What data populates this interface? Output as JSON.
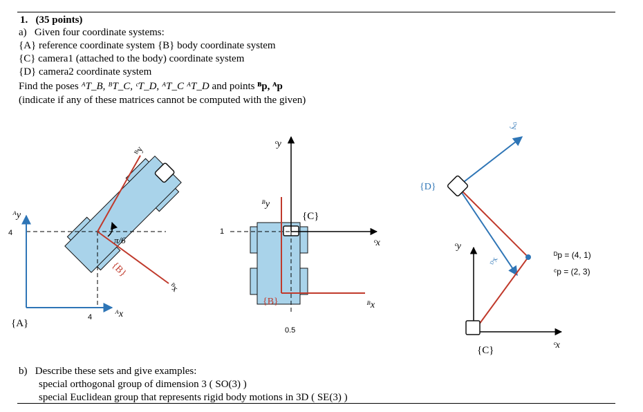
{
  "problem": {
    "number": "1.",
    "points": "(35 points)",
    "part_a_label": "a)",
    "part_a_text": "Given four coordinate systems:",
    "lines": [
      "{A} reference coordinate system {B} body coordinate system",
      "{C} camera1 (attached to the body) coordinate system",
      "{D} camera2 coordinate system"
    ],
    "find_prefix": "Find the poses",
    "poses": "ᴬT_B, ᴮT_C, ᶜT_D, ᴬT_C ᴬT_D",
    "find_and_points": "and points",
    "points_bold": "ᴮp, ᴬp",
    "note": "(indicate if any of these matrices cannot be computed with the given)",
    "part_b_label": "b)",
    "part_b_text": "Describe these sets and give examples:",
    "b_line1": "special orthogonal group of dimension 3  ( SO(3) )",
    "b_line2": "special Euclidean group that represents rigid body motions in 3D ( SE(3) )"
  },
  "figure1": {
    "frame_a_label": "{A}",
    "ax_label": "ᴬx",
    "ay_label": "ᴬy",
    "tick_x": "4",
    "tick_y": "4",
    "angle_label": "π/6",
    "frame_b_label": "{B}",
    "bx_label": "ᴮx",
    "by_label": "ᴮy"
  },
  "figure2": {
    "cy_label": "ᶜy",
    "cx_label": "ᶜx",
    "frame_c_label": "{C}",
    "by_label": "ᴮy",
    "bx_label": "ᴮx",
    "frame_b_label": "{B}",
    "tick_y": "1",
    "tick_x": "0.5"
  },
  "figure3": {
    "frame_d_label": "{D}",
    "dy_label": "ᴰy",
    "dx_label": "ᴰx",
    "cy_label": "ᶜy",
    "cx_label": "ᶜx",
    "frame_c_label": "{C}",
    "dp_label": "ᴰp = (4, 1)",
    "cp_label": "ᶜp = (2, 3)"
  },
  "colors": {
    "body_fill": "#a9d3ea",
    "body_stroke": "#111111",
    "red": "#c0392b",
    "blue": "#2e75b6"
  }
}
